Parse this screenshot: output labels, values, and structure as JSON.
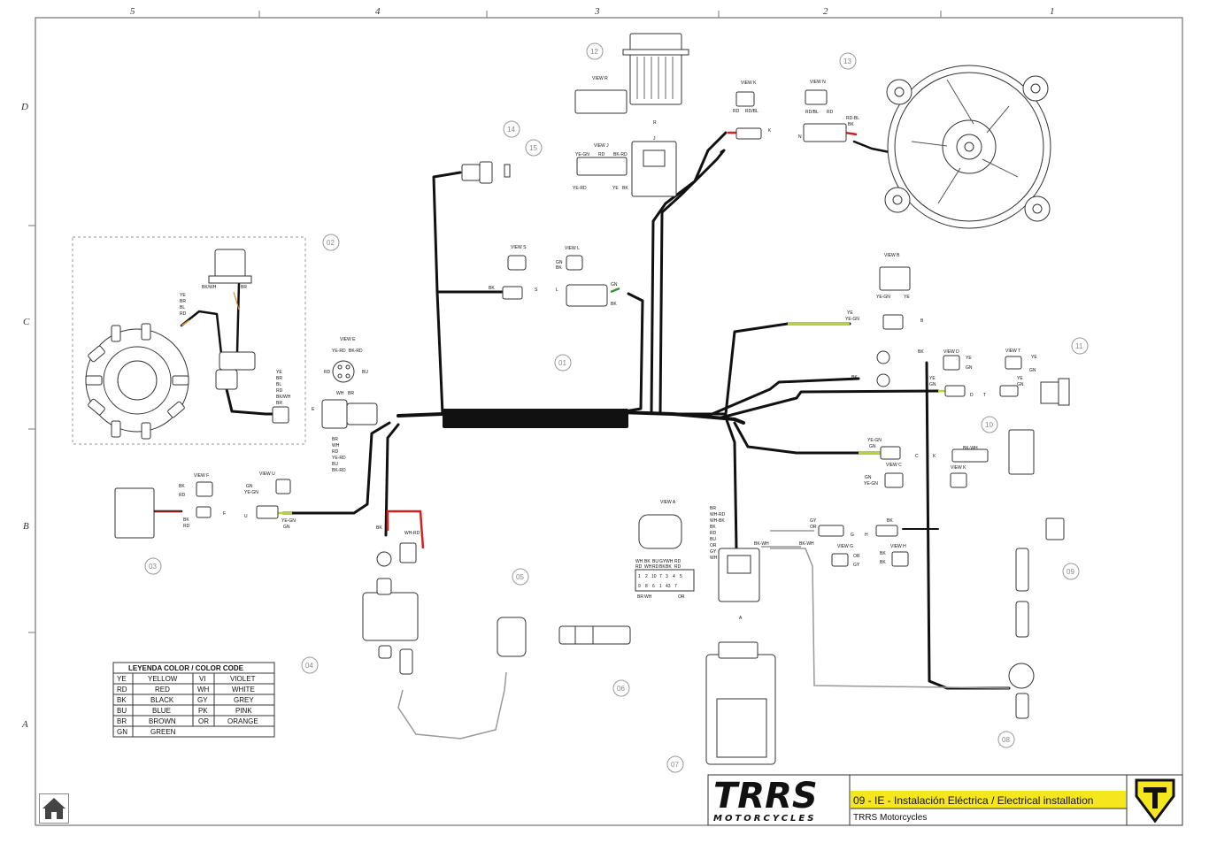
{
  "grid": {
    "columns": [
      "5",
      "4",
      "3",
      "2",
      "1"
    ],
    "rows": [
      "D",
      "C",
      "B",
      "A"
    ]
  },
  "callouts": [
    "01",
    "02",
    "03",
    "04",
    "05",
    "06",
    "07",
    "08",
    "09",
    "10",
    "11",
    "12",
    "13",
    "14",
    "15"
  ],
  "views": {
    "R": "VIEW R",
    "J": "VIEW J",
    "K_top": "VIEW K",
    "N": "VIEW N",
    "S": "VIEW S",
    "L": "VIEW L",
    "B": "VIEW B",
    "E": "VIEW E",
    "D": "VIEW D",
    "T": "VIEW T",
    "F": "VIEW F",
    "U": "VIEW U",
    "C": "VIEW C",
    "K_low": "VIEW K",
    "A": "VIEW A",
    "G": "VIEW G",
    "H": "VIEW H"
  },
  "letters": {
    "R": "R",
    "J": "J",
    "K": "K",
    "N": "N",
    "S": "S",
    "L": "L",
    "B": "B",
    "E": "E",
    "D": "D",
    "T": "T",
    "F": "F",
    "U": "U",
    "C": "C",
    "K2": "K",
    "A": "A",
    "G": "G",
    "H": "H"
  },
  "wires": {
    "stator": [
      "YE",
      "BR",
      "BL",
      "RD"
    ],
    "pickup_top": [
      "BK/WH",
      "BR"
    ],
    "stator_conn": [
      "YE",
      "BR",
      "BL",
      "RD",
      "BK/WH",
      "BR"
    ],
    "view_e": [
      "YE-RD",
      "BK-RD",
      "RD",
      "BU",
      "WH",
      "BR"
    ],
    "harness_e": [
      "BR",
      "WH",
      "RD",
      "YE-RD",
      "BU",
      "BK-RD"
    ],
    "view_j_top": [
      "YE-GN",
      "RD",
      "BK-RD"
    ],
    "view_j_bottom": [
      "YE-RD",
      "YE",
      "BK"
    ],
    "view_k_top": [
      "RD",
      "RD/BL"
    ],
    "view_n": [
      "RD/BL",
      "RD"
    ],
    "fan": [
      "RD-BL",
      "BK"
    ],
    "s": "BK",
    "view_l": [
      "GN",
      "BK"
    ],
    "l_conn": [
      "GN",
      "BK"
    ],
    "view_b": [
      "YE-GN",
      "YE"
    ],
    "b_conn": [
      "YE",
      "YE-GN"
    ],
    "bk_ring": "BK",
    "view_d": [
      "YE",
      "GN"
    ],
    "d_conn": [
      "YE",
      "GN"
    ],
    "view_t": [
      "YE",
      "GN"
    ],
    "t_conn": [
      "YE",
      "GN"
    ],
    "bk_ring2": "BK",
    "c_conn": [
      "YE-GN",
      "GN"
    ],
    "k2_conn": "BK-WH",
    "view_c": [
      "GN",
      "YE-GN"
    ],
    "view_f": [
      "BK",
      "RD"
    ],
    "f_conn": [
      "BK",
      "RD"
    ],
    "view_u": [
      "GN",
      "YE-GN"
    ],
    "u_conn": [
      "YE-GN",
      "GN"
    ],
    "coil": [
      "BK",
      "WH-RD"
    ],
    "ecu": [
      "BR",
      "WH-RD",
      "WH-BK",
      "BK",
      "RD",
      "BU",
      "OR",
      "GY",
      "WH"
    ],
    "bk_wh_1": "BK-WH",
    "bk_wh_2": "BK-WH",
    "gy_or": [
      "GY",
      "OR"
    ],
    "view_g": [
      "OR",
      "GY"
    ],
    "h_bk": "BK",
    "view_h": [
      "BK",
      "BK"
    ]
  },
  "view_a_pins": {
    "row1_labels": [
      "WH",
      "BK",
      "BU",
      "GY",
      "WH",
      "RD"
    ],
    "row1_labels2": [
      "RD",
      "WH",
      "RD",
      "BK",
      "BK",
      "RD"
    ],
    "row_a": [
      "1",
      "2",
      "10",
      "7",
      "3",
      "4",
      "5"
    ],
    "row_b": [
      "9",
      "8",
      "6",
      "1",
      "43",
      "7"
    ],
    "row2_labels": [
      "BR",
      "WH",
      "OR"
    ]
  },
  "legend": {
    "title": "LEYENDA COLOR / COLOR CODE",
    "rows": [
      [
        "YE",
        "YELLOW",
        "VI",
        "VIOLET"
      ],
      [
        "RD",
        "RED",
        "WH",
        "WHITE"
      ],
      [
        "BK",
        "BLACK",
        "GY",
        "GREY"
      ],
      [
        "BU",
        "BLUE",
        "PK",
        "PINK"
      ],
      [
        "BR",
        "BROWN",
        "OR",
        "ORANGE"
      ],
      [
        "GN",
        "GREEN",
        "",
        ""
      ]
    ]
  },
  "title_block": {
    "brand": "TRRS",
    "brand_sub": "MOTORCYCLES",
    "title": "09 - IE - Instalación Eléctrica / Electrical installation",
    "company": "TRRS Motorcycles",
    "accent_color": "#f5e61e"
  },
  "icons": {
    "home": "home-icon",
    "logo": "trrs-shield-logo"
  }
}
